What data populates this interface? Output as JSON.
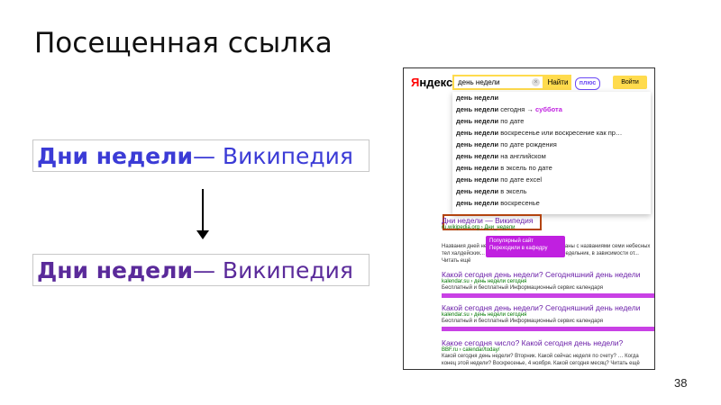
{
  "slide": {
    "title": "Посещенная ссылка",
    "page_number": "38"
  },
  "links": {
    "unvisited": {
      "bold": "Дни недели",
      "rest": " — Википедия",
      "color": "#3b3bd6"
    },
    "visited": {
      "bold": "Дни недели",
      "rest": " — Википедия",
      "color": "#5a2a9a"
    }
  },
  "screenshot": {
    "logo_first": "Я",
    "logo_rest": "ндекс",
    "search_value": "день недели",
    "find_button": "Найти",
    "plus_badge": "плюс",
    "login_button": "Войти",
    "suggestions": [
      {
        "bold": "день недели",
        "rest": ""
      },
      {
        "bold": "день недели",
        "rest": " сегодня → ",
        "hl": "суббота"
      },
      {
        "bold": "день недели",
        "rest": " по дате"
      },
      {
        "bold": "день недели",
        "rest": " воскресенье или воскресение как пр…"
      },
      {
        "bold": "день недели",
        "rest": " по дате рождения"
      },
      {
        "bold": "день недели",
        "rest": " на английском"
      },
      {
        "bold": "день недели",
        "rest": " в эксель по дате"
      },
      {
        "bold": "день недели",
        "rest": " по дате excel"
      },
      {
        "bold": "день недели",
        "rest": " в эксель"
      },
      {
        "bold": "день недели",
        "rest": " воскресенье"
      }
    ],
    "results": [
      {
        "title": "Дни недели — Википедия",
        "url": "ru.wikipedia.org › Дни_недели",
        "snippet": "Названия дней недели, связаны с культуры, связаны с названиями семи небесных тел халдейских... посвятить воскресенье или понедельник, в зависимости от... Читать ещё"
      },
      {
        "title": "Какой сегодня день недели? Сегодняшний день недели",
        "url": "kalendar.su › день недели сегодня",
        "snippet": "Бесплатный и бесплатный Информационный сервис календаря"
      },
      {
        "title": "Какой сегодня день недели? Сегодняшний день недели",
        "url": "kalendar.su › день недели сегодня",
        "snippet": "Бесплатный и бесплатный Информационный сервис календаря"
      },
      {
        "title": "Какое сегодня число? Какой сегодня день недели?",
        "url": "BBF.ru › calendar/today/",
        "snippet": "Какой сегодня день недели? Вторник. Какой сейчас неделя по счету? … Когда конец этой недели? Воскресенье, 4 ноября. Какой сегодня месяц? Читать ещё"
      }
    ],
    "tooltip": "Популярный сайт Переходили в кафедру"
  }
}
